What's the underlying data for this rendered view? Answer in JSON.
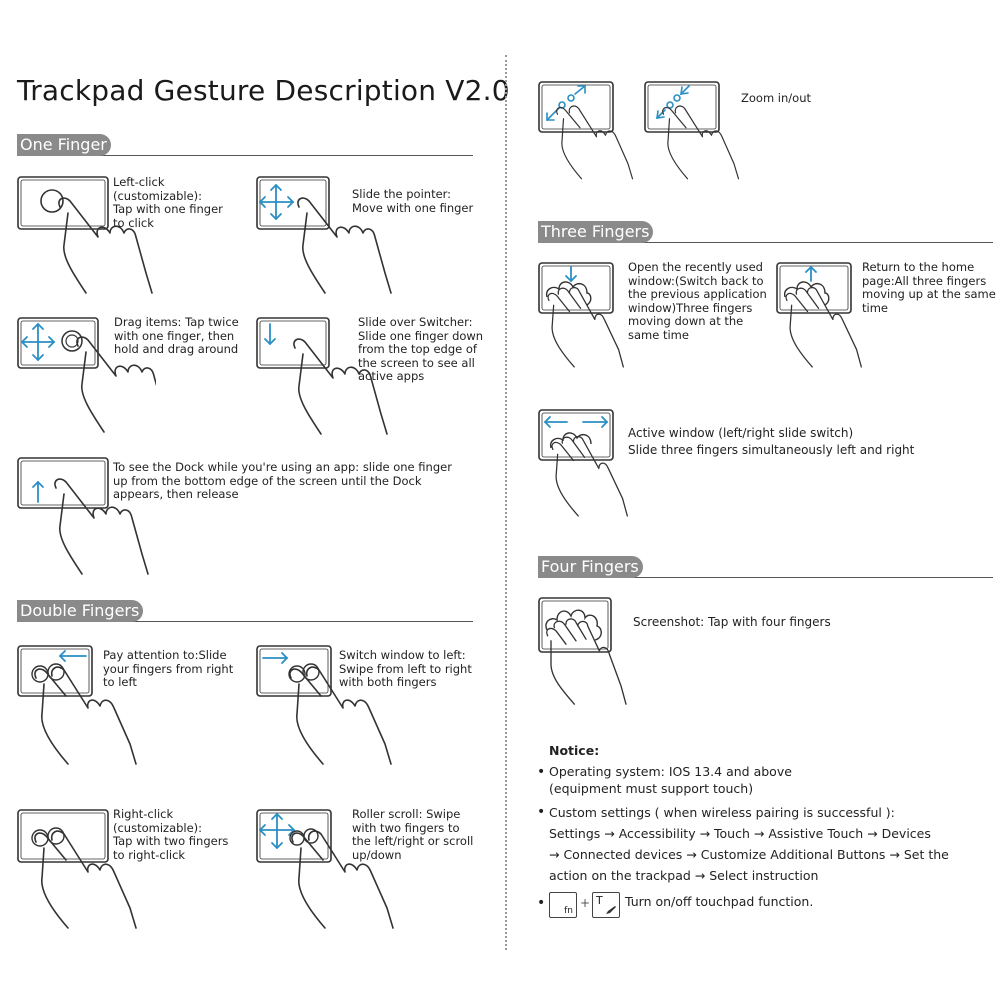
{
  "title": "Trackpad Gesture Description V2.0",
  "sections": {
    "one": "One Finger",
    "double": "Double Fingers",
    "three": "Three Fingers",
    "four": "Four Fingers"
  },
  "one_finger": {
    "left_click": "Left-click\n(customizable):\nTap with one finger\nto click",
    "slide_pointer": "Slide the pointer:\nMove with one finger",
    "drag": "Drag items: Tap twice\nwith one finger, then\nhold and drag around",
    "switcher": "Slide over Switcher:\nSlide one finger down\nfrom the top edge of\nthe screen to see all\nactive apps",
    "dock": "To see the Dock while you're using an app: slide one finger\nup from the bottom edge of the screen until the Dock\nappears, then release"
  },
  "double_fingers": {
    "slide_left": "Pay attention to:Slide\nyour fingers from right\nto left",
    "switch_left": "Switch window to left:\nSwipe from left to right\nwith both fingers",
    "right_click": "Right-click\n(customizable):\nTap with two fingers\nto right-click",
    "scroll": "Roller scroll: Swipe\nwith two fingers to\nthe left/right or scroll\nup/down"
  },
  "zoom": "Zoom in/out",
  "three_fingers": {
    "recent": "Open the recently used\nwindow:(Switch back to\nthe previous application\nwindow)Three fingers\nmoving down at the\nsame time",
    "home": "Return to the home\npage:All three fingers\nmoving up at the same\ntime",
    "active": "Active window (left/right slide switch)\nSlide three fingers simultaneously left and right"
  },
  "four_fingers": {
    "screenshot": "Screenshot: Tap with four fingers"
  },
  "notice": {
    "heading": "Notice:",
    "os": "Operating system: IOS 13.4 and above\n(equipment must support touch)",
    "custom": "Custom settings ( when wireless pairing is successful ):\nSettings → Accessibility → Touch → Assistive Touch → Devices\n→ Connected devices → Customize Additional Buttons → Set the\naction on the trackpad → Select instruction",
    "toggle": "Turn on/off touchpad function.",
    "key_fn": "fn",
    "key_plus": "+",
    "key_t": "T"
  },
  "colors": {
    "arrow": "#2a8fc4",
    "pill": "#8a8a8a",
    "ink": "#333333"
  }
}
